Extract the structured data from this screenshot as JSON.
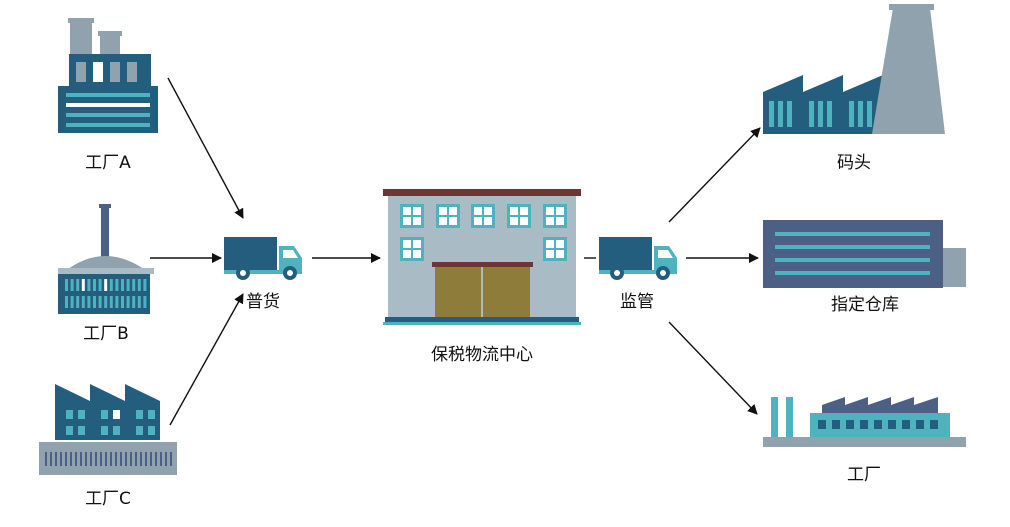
{
  "nodes": {
    "factory_a": "工厂A",
    "factory_b": "工厂B",
    "factory_c": "工厂C",
    "general_cargo": "普货",
    "bonded_center": "保税物流中心",
    "supervision": "监管",
    "dock": "码头",
    "designated_warehouse": "指定仓库",
    "factory": "工厂"
  },
  "colors": {
    "dark_teal": "#235e7e",
    "light_teal": "#4fb3bf",
    "grey_blue": "#8fa2ae",
    "slate": "#4c6085",
    "door_olive": "#8e7d3a",
    "roof_maroon": "#6e3535",
    "building_grey": "#a9bcc6"
  },
  "icons": [
    "factory-icon",
    "truck-icon",
    "warehouse-building-icon",
    "dock-icon",
    "warehouse-icon",
    "arrow-icon"
  ]
}
